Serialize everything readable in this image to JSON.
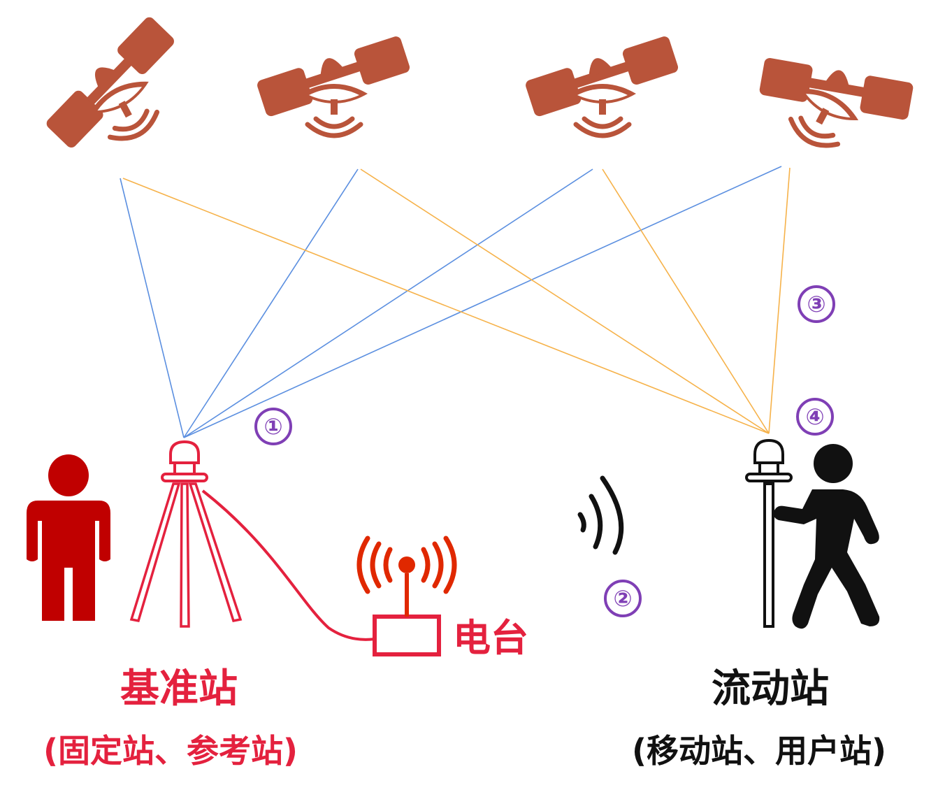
{
  "colors": {
    "satellite": "#b9543a",
    "link_blue": "#5b8fe0",
    "link_orange": "#f6b24a",
    "base_red": "#e4213e",
    "dark_red": "#c00000",
    "radio_red": "#e02800",
    "marker_purple": "#7f3fb5",
    "rover_black": "#111111"
  },
  "satellites": [
    {
      "name": "satellite-icon"
    },
    {
      "name": "satellite-icon"
    },
    {
      "name": "satellite-icon"
    },
    {
      "name": "satellite-icon"
    }
  ],
  "base_station": {
    "title": "基准站",
    "subtitle": "(固定站、参考站)",
    "radio_label": "电台"
  },
  "rover_station": {
    "title": "流动站",
    "subtitle": "(移动站、用户站)"
  },
  "markers": {
    "m1": "①",
    "m2": "②",
    "m3": "③",
    "m4": "④"
  }
}
